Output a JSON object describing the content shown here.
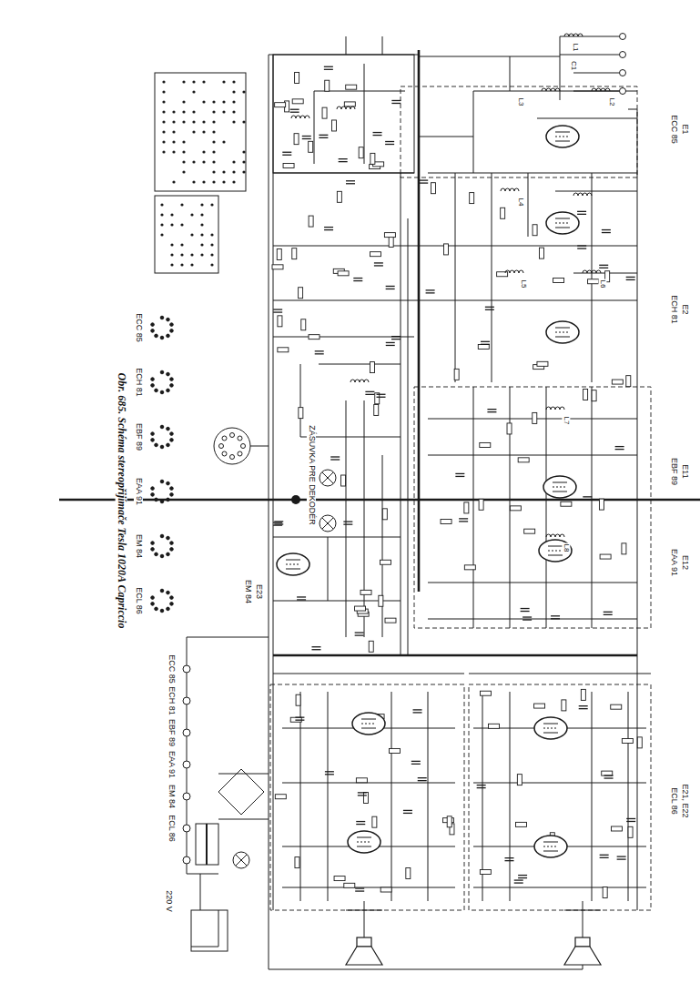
{
  "diagram": {
    "caption": "Obr. 685. Schéma stereopřijímače Tesla 1020A Capriccio",
    "labels": [
      "E1",
      "ECC 85",
      "E2",
      "ECH 81",
      "E11",
      "EBF 89",
      "E12",
      "EAA 91",
      "E21, E22",
      "ECL 86",
      "E23",
      "EM 84",
      "ZÁSUVKA PRE DEKODÉR",
      "ECC 85",
      "ECH 81",
      "EBF 89",
      "EAA 91",
      "EM 84",
      "ECL 86",
      "ECC 85",
      "ECH 81",
      "EBF 89",
      "EAA 91",
      "EM 84",
      "ECL 86",
      "220 V",
      "L1",
      "C1",
      "L2",
      "L3",
      "L4",
      "L5",
      "L6",
      "L7",
      "L8"
    ]
  }
}
